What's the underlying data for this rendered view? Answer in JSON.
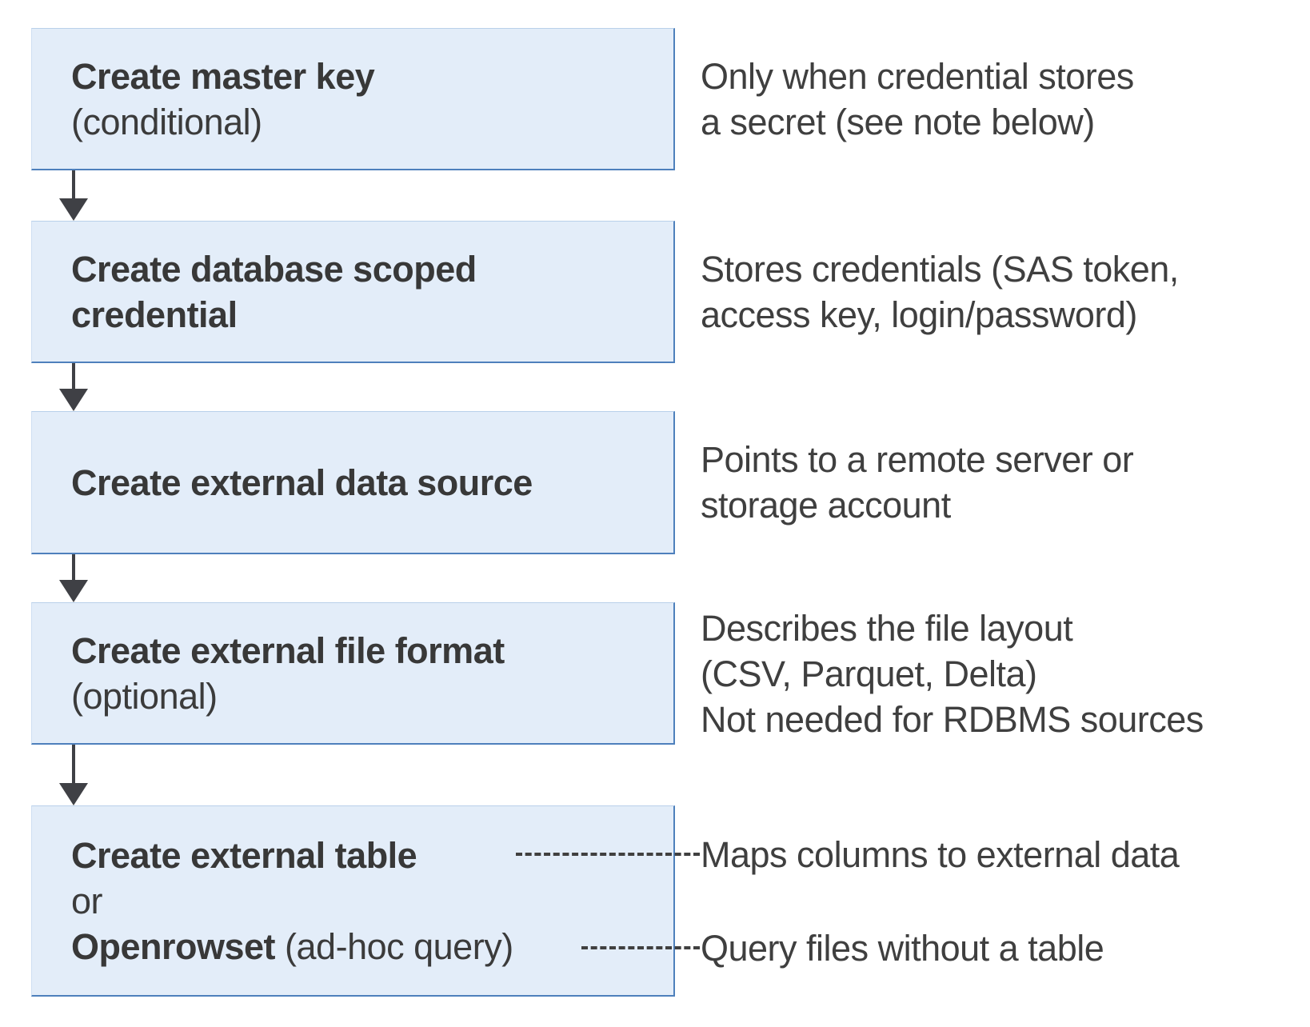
{
  "colors": {
    "box_fill": "#e3edf9",
    "box_border_accent": "#4e80bc",
    "arrow": "#3f4045",
    "text": "#3b3b3b",
    "dashed_connector": "#404040"
  },
  "steps": [
    {
      "id": "create-master-key",
      "line1_bold": "Create master key",
      "line2": "(conditional)",
      "annotation": [
        "Only when credential stores",
        "a secret (see note below)"
      ]
    },
    {
      "id": "create-database-scoped-credential",
      "line1_bold": "Create database scoped",
      "line2_bold": "credential",
      "annotation": [
        "Stores credentials (SAS token,",
        "access key, login/password)"
      ]
    },
    {
      "id": "create-external-data-source",
      "line1_bold": "Create external data source",
      "annotation": [
        "Points to a remote server or",
        "storage account"
      ]
    },
    {
      "id": "create-external-file-format",
      "line1_bold": "Create external file format",
      "line2": "(optional)",
      "annotation": [
        "Describes the file layout",
        "(CSV, Parquet, Delta)",
        "Not needed for RDBMS sources"
      ]
    },
    {
      "id": "create-external-table-or-openrowset",
      "line1_bold": "Create external table",
      "line2": "or",
      "line3_bold": "Openrowset",
      "line3_rest": " (ad-hoc query)",
      "annotation_table": "Maps columns to external data",
      "annotation_openrowset": "Query files without a table"
    }
  ]
}
